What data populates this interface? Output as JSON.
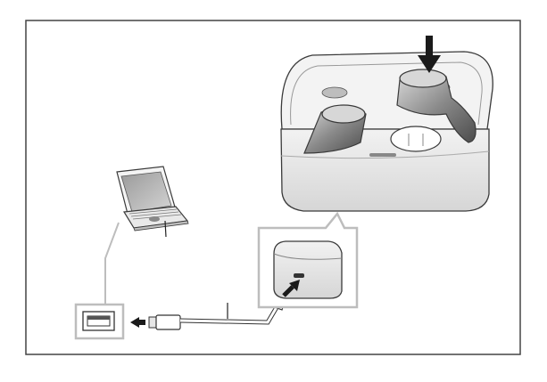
{
  "diagram": {
    "kind": "charging-illustration",
    "components": [
      {
        "id": "laptop",
        "label": ""
      },
      {
        "id": "usb-port",
        "label": ""
      },
      {
        "id": "usb-cable",
        "label": ""
      },
      {
        "id": "charging-case",
        "label": ""
      },
      {
        "id": "earbud-left",
        "label": ""
      },
      {
        "id": "earbud-right",
        "label": ""
      },
      {
        "id": "case-port-detail",
        "label": ""
      }
    ],
    "arrows": [
      {
        "name": "insert-earbud",
        "direction": "down"
      },
      {
        "name": "connect-to-case",
        "direction": "up-right"
      },
      {
        "name": "connect-to-usb-port",
        "direction": "left"
      }
    ]
  },
  "colors": {
    "frame": "#444444",
    "stroke": "#3a3a3a",
    "highlight_gray": "#bdbdbd",
    "case_fill": "#e9e9e9",
    "earbud_dark": "#6b6b6b",
    "arrow": "#1a1a1a"
  }
}
